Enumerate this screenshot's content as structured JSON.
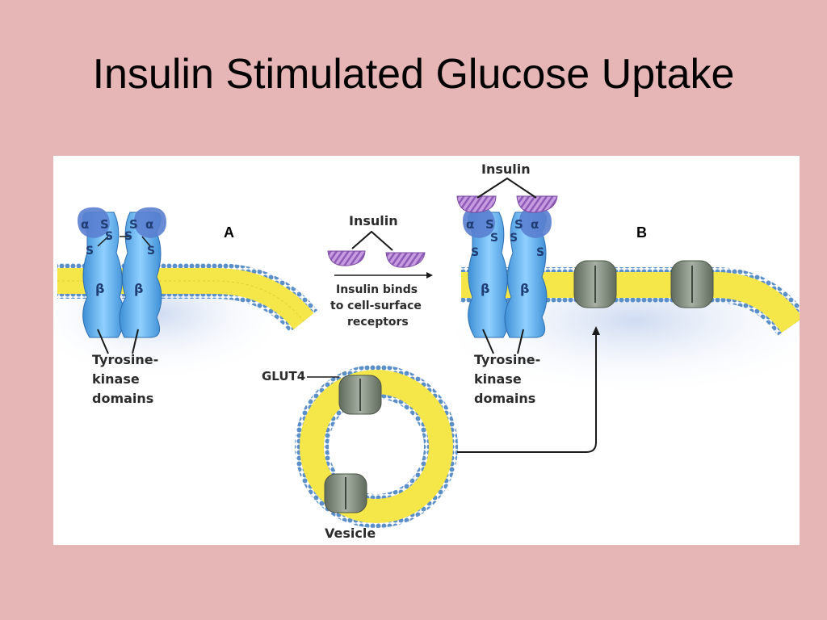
{
  "slide": {
    "title": "Insulin Stimulated Glucose Uptake"
  },
  "diagram": {
    "panel_a": "A",
    "panel_b": "B",
    "insulin_label": "Insulin",
    "insulin_label_b": "Insulin",
    "caption_lines": [
      "Insulin binds",
      "to cell-surface",
      "receptors"
    ],
    "tk_label_a": [
      "Tyrosine-",
      "kinase",
      "domains"
    ],
    "tk_label_b": [
      "Tyrosine-",
      "kinase",
      "domains"
    ],
    "glut4_label": "GLUT4",
    "vesicle_label": "Vesicle",
    "alpha": "α",
    "beta": "β",
    "sulfur": "S"
  },
  "colors": {
    "membrane_yellow": "#f5e64a",
    "membrane_bead": "#5b8fc7",
    "receptor_blue": "#5aa9e6",
    "receptor_dark": "#5a7fd0",
    "insulin_purple": "#b07fd0",
    "glut4_gray": "#7f8a7c"
  }
}
